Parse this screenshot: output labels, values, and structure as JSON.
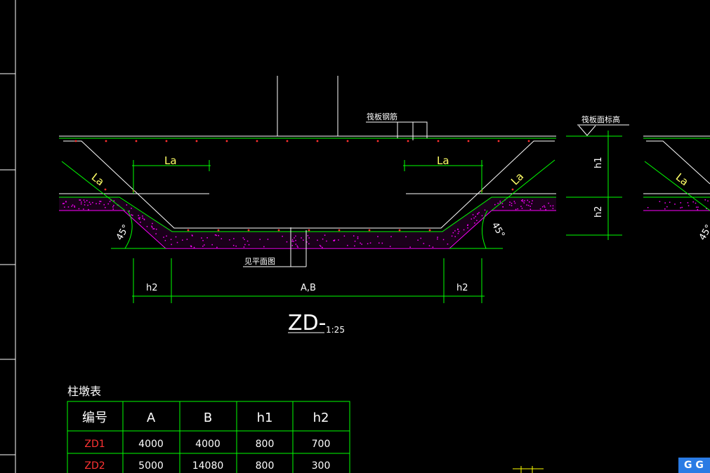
{
  "drawing": {
    "annotation_top": "筏板钢筋",
    "annotation_right": "筏板面标高",
    "label_la": "La",
    "angle_label": "45°",
    "section_callout": "见平面图",
    "dim_h1": "h1",
    "dim_h2": "h2",
    "dim_ab": "A,B",
    "title": "ZD-",
    "scale": "1:25"
  },
  "table": {
    "caption": "柱墩表",
    "headers": [
      "编号",
      "A",
      "B",
      "h1",
      "h2"
    ],
    "rows": [
      [
        "ZD1",
        "4000",
        "4000",
        "800",
        "700"
      ],
      [
        "ZD2",
        "5000",
        "14080",
        "800",
        "300"
      ]
    ]
  },
  "colors": {
    "background": "#000000",
    "line_white": "#ffffff",
    "dimension_green": "#00ff00",
    "fill_magenta": "#ff00ff",
    "rebar_red": "#ff0000",
    "text_yellow": "#ffff66",
    "id_red": "#ff3333"
  },
  "badge": {
    "label": "G G"
  }
}
